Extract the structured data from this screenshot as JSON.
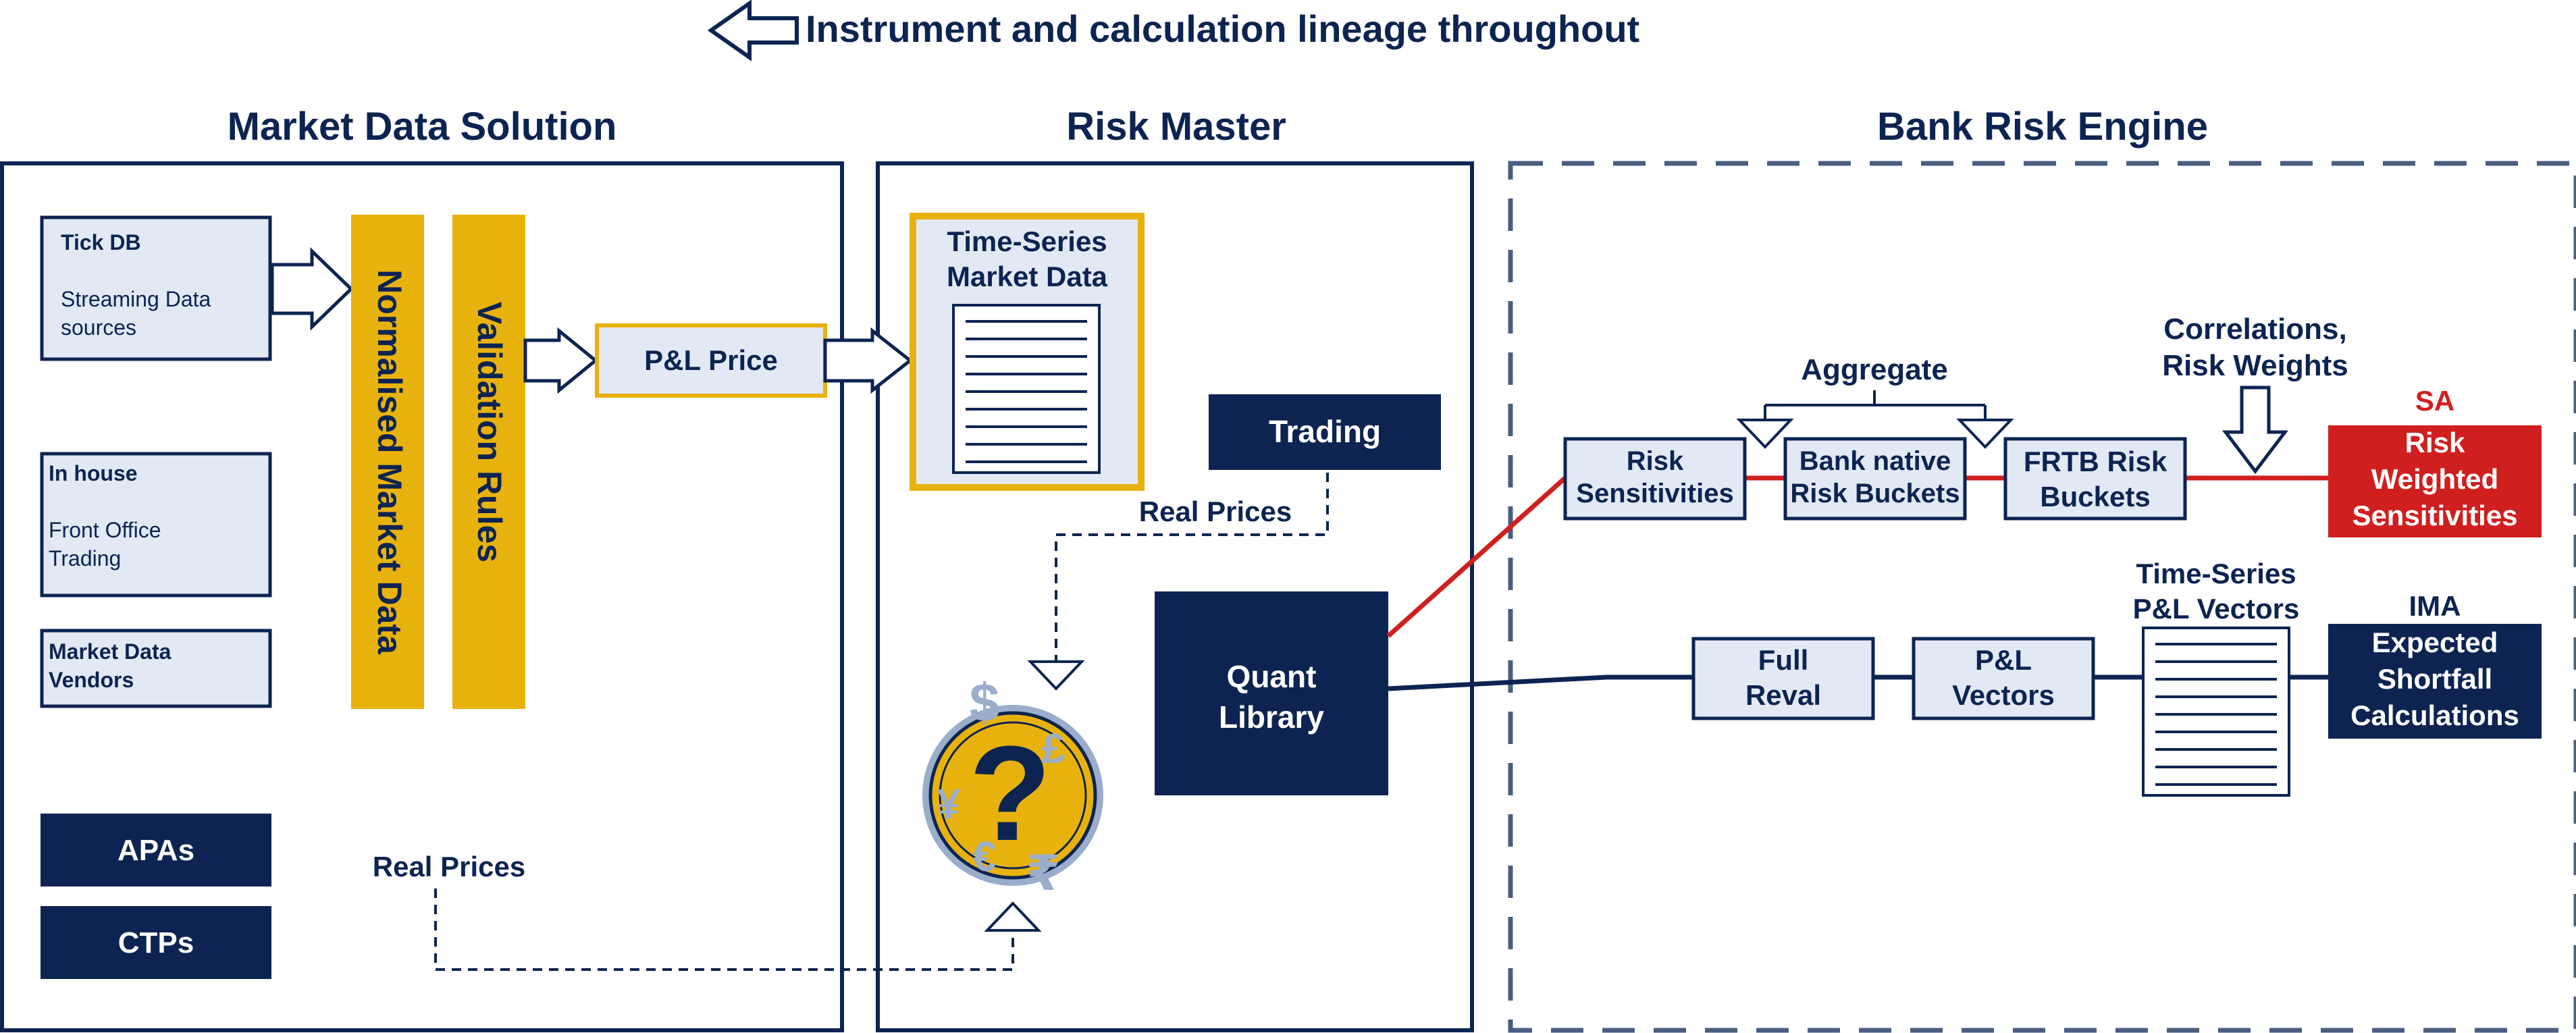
{
  "header": {
    "lineage_text": "Instrument and calculation lineage throughout"
  },
  "sections": {
    "market_data": "Market Data Solution",
    "risk_master": "Risk Master",
    "bank_risk_engine": "Bank Risk Engine"
  },
  "market_data": {
    "tick_db_title": "Tick DB",
    "tick_db_line1": "Streaming Data",
    "tick_db_line2": "sources",
    "in_house_title": "In house",
    "in_house_line1": "Front Office",
    "in_house_line2": "Trading",
    "vendors_line1": "Market Data",
    "vendors_line2": "Vendors",
    "apas": "APAs",
    "ctps": "CTPs",
    "normalised": "Normalised Market Data",
    "validation": "Validation Rules",
    "pl_price": "P&L  Price",
    "real_prices": "Real Prices"
  },
  "risk_master": {
    "ts_line1": "Time-Series",
    "ts_line2": "Market Data",
    "trading": "Trading",
    "real_prices": "Real Prices",
    "quant_line1": "Quant",
    "quant_line2": "Library"
  },
  "engine": {
    "aggregate": "Aggregate",
    "corr_line1": "Correlations,",
    "corr_line2": "Risk Weights",
    "sa_label": "SA",
    "risk_sens_line1": "Risk",
    "risk_sens_line2": "Sensitivities",
    "bank_native_line1": "Bank native",
    "bank_native_line2": "Risk Buckets",
    "frtb_line1": "FRTB Risk",
    "frtb_line2": "Buckets",
    "rws_line1": "Risk",
    "rws_line2": "Weighted",
    "rws_line3": "Sensitivities",
    "full_reval_line1": "Full",
    "full_reval_line2": "Reval",
    "pl_vectors_line1": "P&L",
    "pl_vectors_line2": "Vectors",
    "ts_pl_line1": "Time-Series",
    "ts_pl_line2": "P&L Vectors",
    "ima_label": "IMA",
    "es_line1": "Expected",
    "es_line2": "Shortfall",
    "es_line3": "Calculations"
  },
  "colors": {
    "navy": "#0d2452",
    "light_fill": "#e2e9f4",
    "gold": "#e8b20e",
    "red": "#d01f1f",
    "dash_border": "#4a5e80"
  },
  "icons": [
    "left-arrow-icon",
    "block-arrow-icon",
    "hollow-triangle-icon",
    "currency-question-coin-icon",
    "document-lines-icon"
  ]
}
